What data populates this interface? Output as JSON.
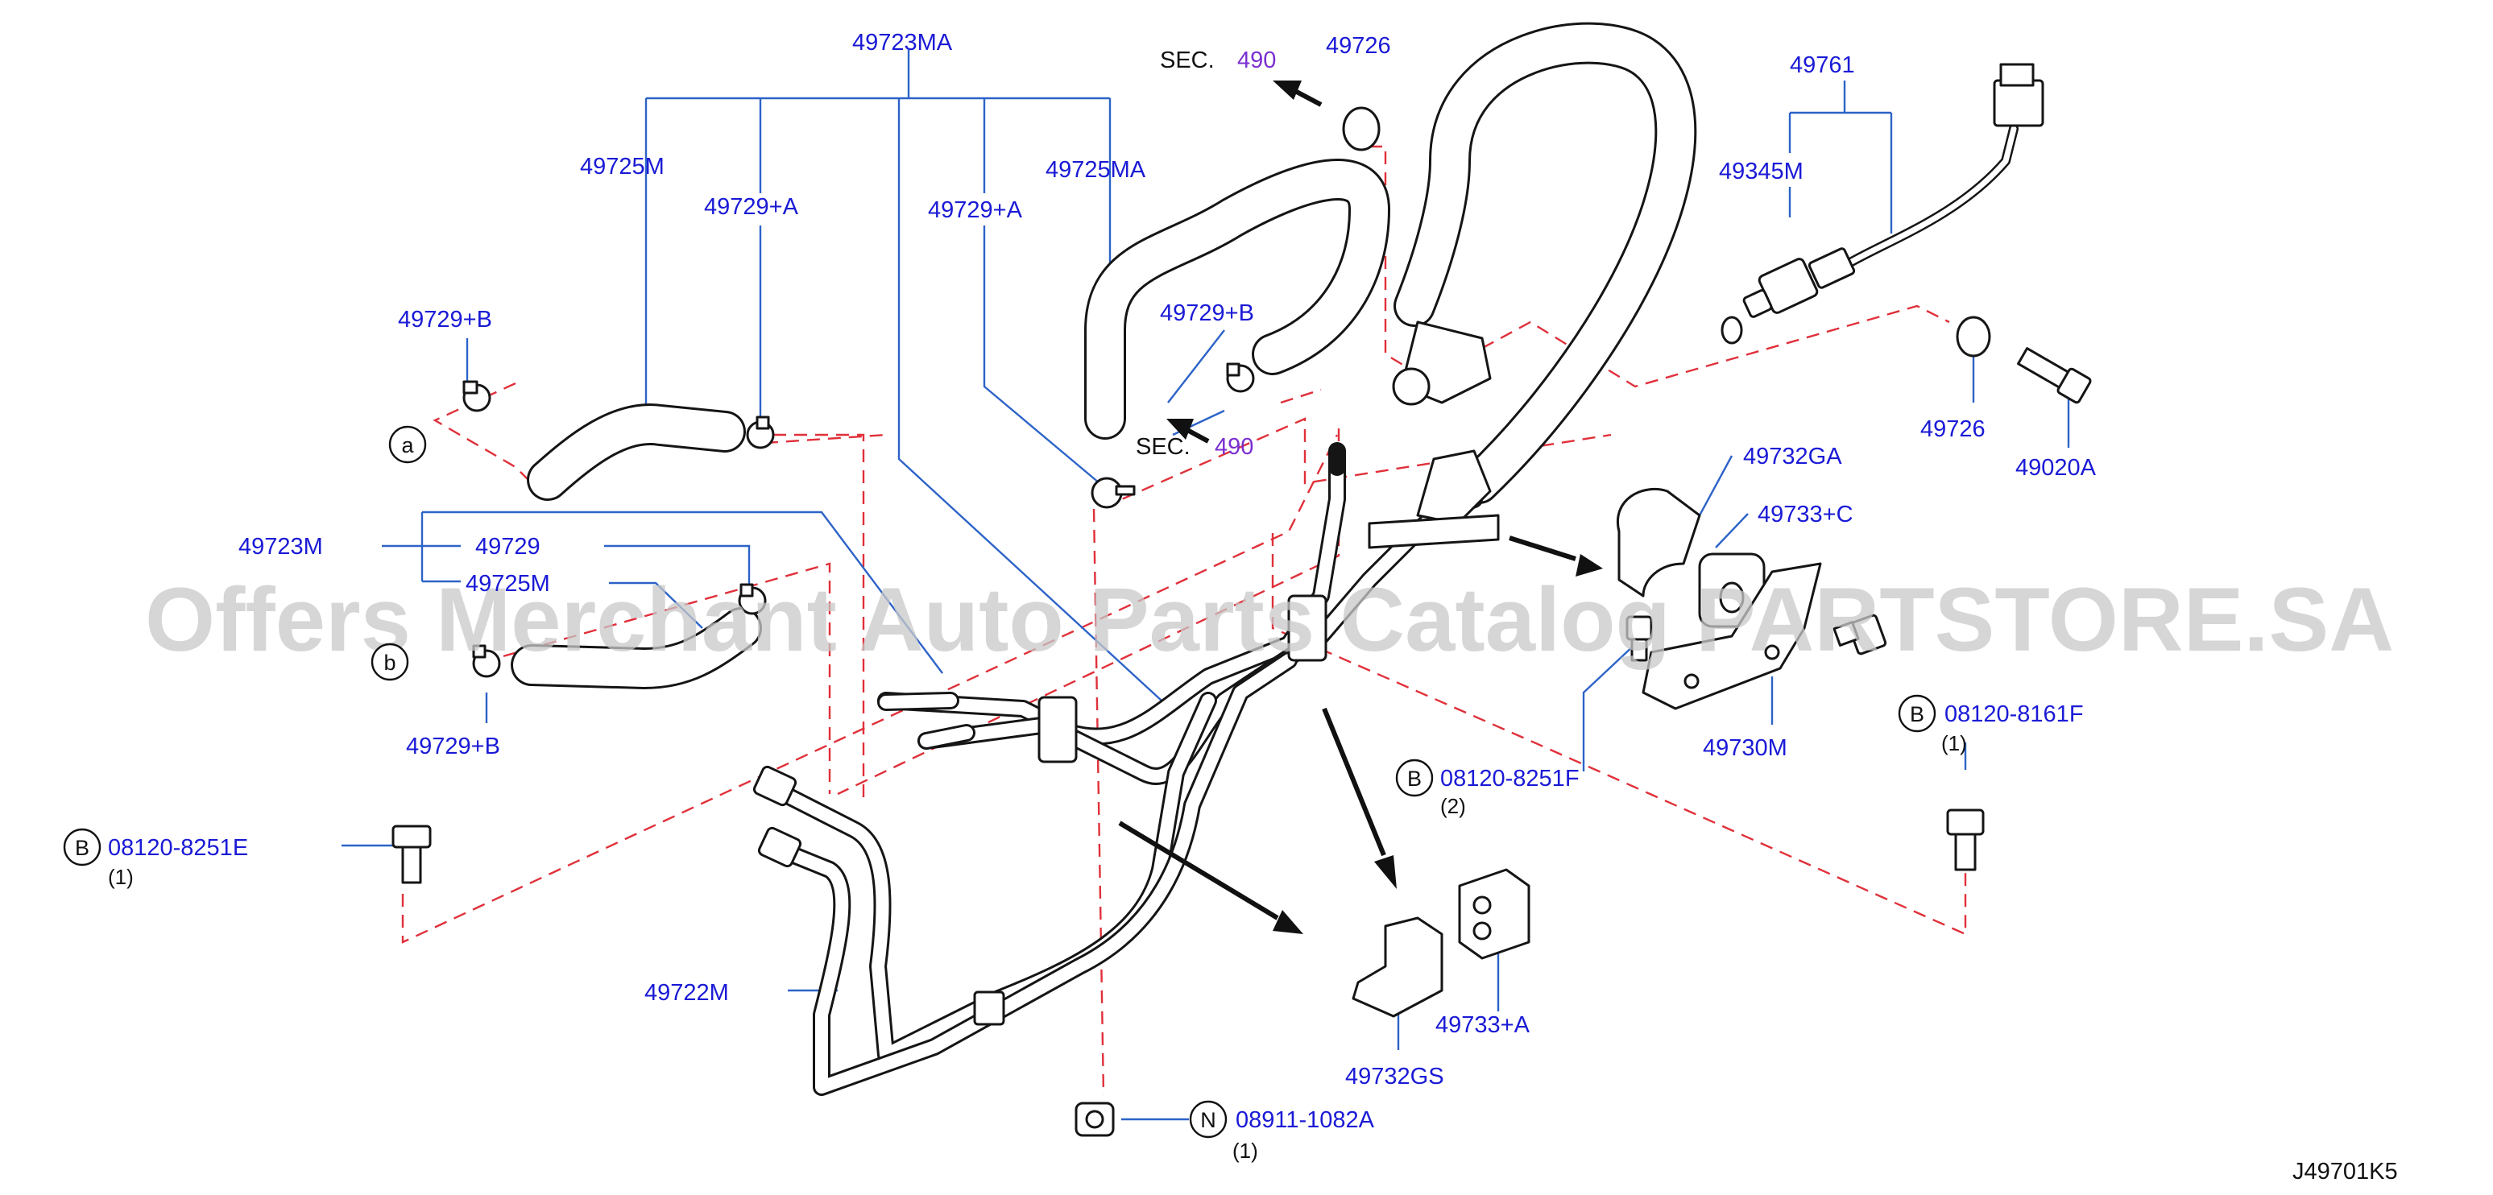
{
  "watermark": "Offers Merchant Auto Parts Catalog PARTSTORE.SA",
  "diagram_code": "J49701K5",
  "colors": {
    "part_number": "#1a1ad6",
    "section_ref": "#7a2fd0",
    "leader_line": "#2d63c8",
    "dashed_guide": "#e0303a"
  },
  "section_refs": [
    {
      "prefix": "SEC.",
      "code": "490"
    },
    {
      "prefix": "SEC.",
      "code": "490"
    }
  ],
  "part_labels": {
    "p49723MA": "49723MA",
    "p49725M_top": "49725M",
    "p49729A_1": "49729+A",
    "p49729A_2": "49729+A",
    "p49725MA": "49725MA",
    "p49729B_top": "49729+B",
    "p49729B_mid": "49729+B",
    "p49729B_bot": "49729+B",
    "p49726_top": "49726",
    "p49761": "49761",
    "p49345M": "49345M",
    "p49726_right": "49726",
    "p49020A": "49020A",
    "p49732GA": "49732GA",
    "p49733C": "49733+C",
    "p49730M": "49730M",
    "p49723M": "49723M",
    "p49729": "49729",
    "p49725M_mid": "49725M",
    "p49722M": "49722M",
    "p49732GS": "49732GS",
    "p49733A": "49733+A"
  },
  "fasteners": [
    {
      "letter": "B",
      "number": "08120-8251E",
      "qty": "(1)"
    },
    {
      "letter": "B",
      "number": "08120-8251F",
      "qty": "(2)"
    },
    {
      "letter": "B",
      "number": "08120-8161F",
      "qty": "(1)"
    },
    {
      "letter": "N",
      "number": "08911-1082A",
      "qty": "(1)"
    }
  ],
  "connection_markers": [
    "a",
    "b"
  ]
}
